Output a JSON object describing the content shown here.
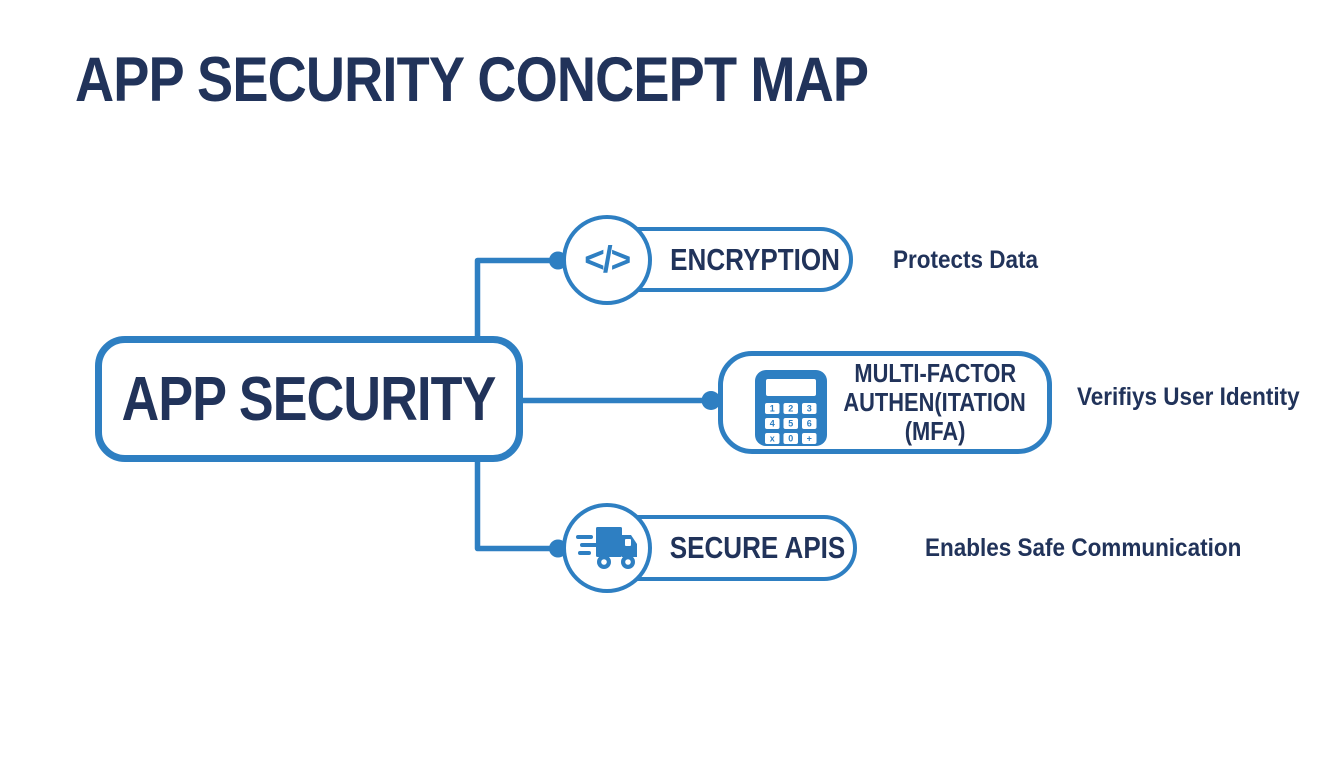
{
  "title": "APP SECURITY CONCEPT MAP",
  "center_node": {
    "label": "APP SECURITY"
  },
  "branches": {
    "encryption": {
      "icon": "code-icon",
      "icon_glyph": "</>",
      "label": "ENCRYPTION",
      "annotation": "Protects Data"
    },
    "mfa": {
      "icon": "calculator-icon",
      "label_line1": "MULTI-FACTOR",
      "label_line2": "AUTHEN(ITATION",
      "label_line3": "(MFA)",
      "annotation": "Verifiys User Identity"
    },
    "secure_apis": {
      "icon": "delivery-truck-icon",
      "label": "SECURE APIS",
      "annotation": "Enables Safe Communication"
    }
  },
  "colors": {
    "accent_blue": "#2e7fc2",
    "text_navy": "#21335a",
    "background": "#ffffff"
  }
}
